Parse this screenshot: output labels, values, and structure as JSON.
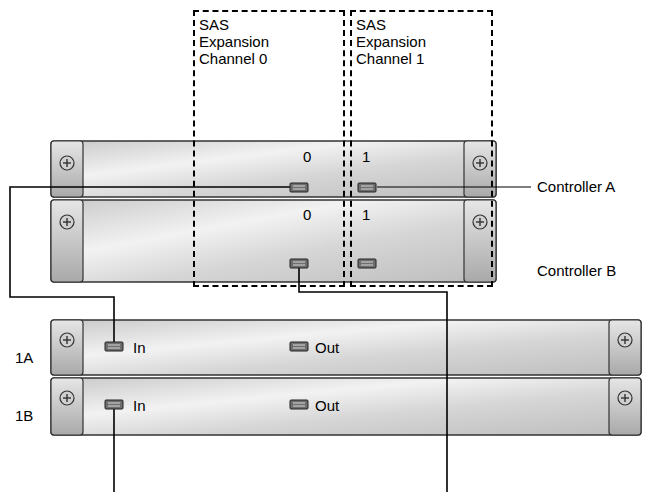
{
  "diagram": {
    "nodes": [
      {
        "text": [
          "SAS Expansion Channel 0"
        ]
      },
      {
        "text": [
          "SAS Expansion Channel 1"
        ]
      },
      {
        "text": [
          "0",
          "1",
          "Controller A"
        ]
      },
      {
        "text": [
          "0",
          "1",
          "Controller B"
        ]
      },
      {
        "text": [
          "1A",
          "In",
          "Out"
        ]
      },
      {
        "text": [
          "1B",
          "In",
          "Out"
        ]
      }
    ],
    "edges": [
      {
        "from": 2,
        "to": 4,
        "arrow": "none"
      }
    ]
  }
}
